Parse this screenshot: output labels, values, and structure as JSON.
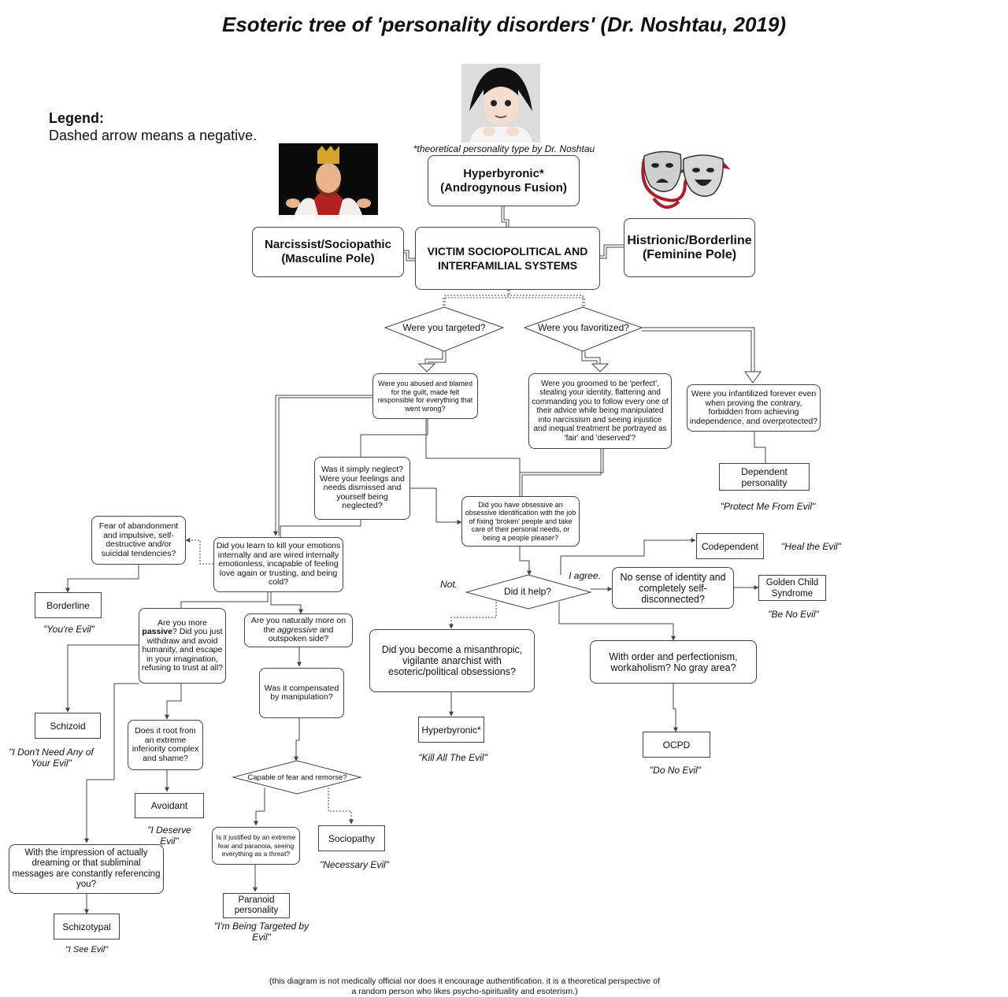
{
  "title": "Esoteric tree of 'personality disorders' (Dr. Noshtau, 2019)",
  "legend": {
    "heading": "Legend:",
    "text": "Dashed arrow means a negative."
  },
  "note_theoretical": "*theoretical personality type by Dr. Noshtau",
  "nodes": {
    "hyperbyronic_top": "Hyperbyronic* (Androgynous Fusion)",
    "narcissist": "Narcissist/Sociopathic (Masculine Pole)",
    "victim_systems": "VICTIM SOCIOPOLITICAL AND INTERFAMILIAL SYSTEMS",
    "histrionic": "Histrionic/Borderline (Feminine Pole)",
    "targeted": "Were you targeted?",
    "favoritized": "Were you favoritized?",
    "abused": "Were you abused and blamed for the guilt, made felt responsible for everything that went wrong?",
    "groomed": "Were you groomed to be 'perfect', stealing your identity, flattering and commanding you to follow every one of their advice while being manipulated into narcissism and seeing injustice and inequal treatment be portrayed as 'fair' and 'deserved'?",
    "infantilized": "Were you infantilized forever even when proving the contrary, forbidden from achieving independence, and overprotected?",
    "dependent": "Dependent personality",
    "neglect": "Was it simply neglect? Were your feelings and needs dismissed and yourself being neglected?",
    "obsessive": "Did you have obsessive an obsessive identification with the job of fixing 'broken' people and take care of their personal needs, or being a people pleaser?",
    "fear_abandon": "Fear of abandonment and impulsive, self-destructive and/or suicidal tendencies?",
    "kill_emotions": "Did you learn to kill your emotions internally and are wired internally emotionless, incapable of feeling love again or trusting, and being cold?",
    "borderline": "Borderline",
    "passive_pre": "Are you more ",
    "passive_bold": "passive",
    "passive_post": "? Did you just withdraw and avoid humanity, and escape in your imagination, refusing  to trust at all?",
    "aggressive_pre": "Are you naturally more on the ",
    "aggressive_em": "aggressive",
    "aggressive_post": " and outspoken side?",
    "compensated": "Was it compensated by manipulation?",
    "schizoid": "Schizoid",
    "inferiority": "Does it root from an extreme inferiority complex and shame?",
    "avoidant": "Avoidant",
    "capable": "Capable of fear and remorse?",
    "justified": "Is it justified by an extreme fear and paranoia, seeing everything as a threat?",
    "sociopathy": "Sociopathy",
    "paranoid": "Paranoid personality",
    "dreaming": "With the impression of actually dreaming or that subliminal messages are constantly referencing you?",
    "schizotypal": "Schizotypal",
    "did_help": "Did it help?",
    "misanthropic": "Did you become a misanthropic, vigilante anarchist with esoteric/political obsessions?",
    "hyperbyronic_bottom": "Hyperbyronic*",
    "codependent": "Codependent",
    "no_identity": "No sense of identity and completely self-disconnected?",
    "golden_child": "Golden Child Syndrome",
    "order": "With order and perfectionism, workaholism? No gray area?",
    "ocpd": "OCPD"
  },
  "labels": {
    "not": "Not.",
    "agree": "I agree."
  },
  "quotes": {
    "protect": "\"Protect Me From Evil\"",
    "heal": "\"Heal the Evil\"",
    "be_no": "\"Be No Evil\"",
    "youre": "\"You're Evil\"",
    "dont_need": "\"I Don't Need Any of Your Evil\"",
    "deserve": "\"I Deserve Evil\"",
    "targeted": "\"I'm Being Targeted by Evil\"",
    "necessary": "\"Necessary Evil\"",
    "kill_all": "\"Kill All The Evil\"",
    "do_no": "\"Do No Evil\"",
    "see": "\"I See Evil\""
  },
  "footer": "(this diagram is not medically official nor does it encourage authentification. it is a theoretical perspective of a random person who likes psycho-spirituality and esoterism.)"
}
